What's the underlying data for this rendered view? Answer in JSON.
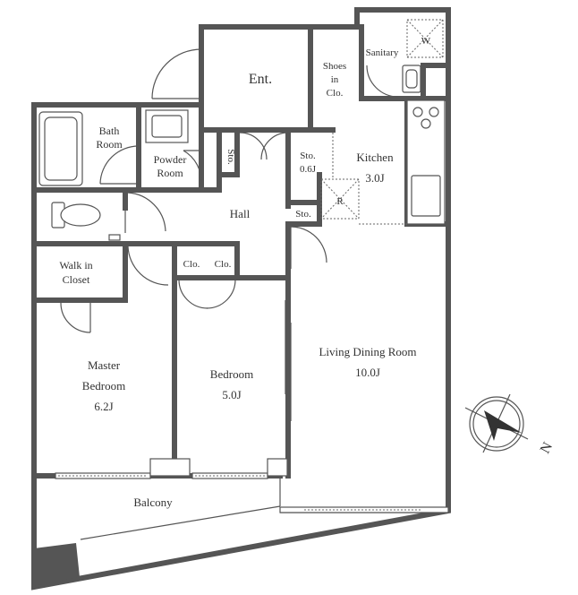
{
  "rooms": {
    "entrance": "Ent.",
    "shoes_1": "Shoes",
    "shoes_2": "in",
    "shoes_3": "Clo.",
    "sanitary": "Sanitary",
    "washer": "W",
    "bath_1": "Bath",
    "bath_2": "Room",
    "powder_1": "Powder",
    "powder_2": "Room",
    "storage_small": "Sto.",
    "storage_1": "Sto.",
    "storage_1_size": "0.6J",
    "storage_2": "Sto.",
    "kitchen": "Kitchen",
    "kitchen_size": "3.0J",
    "fridge": "R",
    "hall": "Hall",
    "walkin_1": "Walk in",
    "walkin_2": "Closet",
    "closet_a": "Clo.",
    "closet_b": "Clo.",
    "master_1": "Master",
    "master_2": "Bedroom",
    "master_size": "6.2J",
    "bedroom": "Bedroom",
    "bedroom_size": "5.0J",
    "living": "Living Dining Room",
    "living_size": "10.0J",
    "balcony": "Balcony"
  },
  "compass": {
    "north": "N"
  }
}
